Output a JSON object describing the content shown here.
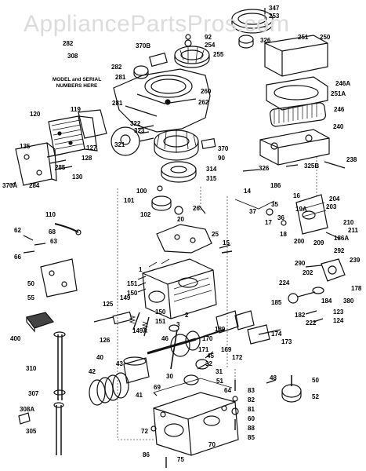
{
  "watermark": "AppliancePartsPros.com",
  "model_note": [
    "MODEL and SERIAL",
    "NUMBERS HERE"
  ],
  "labels": {
    "l347": "347",
    "l253": "253",
    "l250": "250",
    "l251": "251",
    "l326a": "326",
    "l92": "92",
    "l254": "254",
    "l255": "255",
    "l282a": "282",
    "l308": "308",
    "l370b": "370B",
    "l282b": "282",
    "l281a": "281",
    "l260": "260",
    "l246a": "246A",
    "l251a": "251A",
    "l246": "246",
    "l262": "262",
    "l281b": "281",
    "l119": "119",
    "l120": "120",
    "l322": "322",
    "l323": "323",
    "l321": "321",
    "l240": "240",
    "l370": "370",
    "l90": "90",
    "l135": "135",
    "l127": "127",
    "l128": "128",
    "l285": "285",
    "l130": "130",
    "l370a": "370A",
    "l284": "284",
    "l238": "238",
    "l314": "314",
    "l315": "315",
    "l326b": "326",
    "l325b": "325B",
    "l100": "100",
    "l101": "101",
    "l102": "102",
    "l20": "20",
    "l26": "26",
    "l14": "14",
    "l186": "186",
    "l16": "16",
    "l204": "204",
    "l203": "203",
    "l210": "210",
    "l19a": "19A",
    "l211": "211",
    "l186a": "186A",
    "l110": "110",
    "l62": "62",
    "l68": "68",
    "l63": "63",
    "l66": "66",
    "l25": "25",
    "l15": "15",
    "l36": "36",
    "l17": "17",
    "l37": "37",
    "l35": "35",
    "l18": "18",
    "l209": "209",
    "l200": "200",
    "l292": "292",
    "l239": "239",
    "l290": "290",
    "l202": "202",
    "l178": "178",
    "l50": "50",
    "l55": "55",
    "l1": "1",
    "l151a": "151",
    "l150a": "150",
    "l224": "224",
    "l185": "185",
    "l184": "184",
    "l380": "380",
    "l125": "125",
    "l149": "149",
    "l151b": "151",
    "l150b": "150",
    "l182": "182",
    "l123": "123",
    "l124": "124",
    "l222": "222",
    "l2": "2",
    "l3": "3",
    "l149a": "149A",
    "l189": "189",
    "l126": "126",
    "l174": "174",
    "l170": "170",
    "l400": "400",
    "l169": "169",
    "l173": "173",
    "l171": "171",
    "l172": "172",
    "l46": "46",
    "l40": "40",
    "l43": "43",
    "l310": "310",
    "l32": "32",
    "l31": "31",
    "l51": "51",
    "l42": "42",
    "l45": "45",
    "l48": "48",
    "l30": "30",
    "l50b": "50",
    "l41": "41",
    "l69": "69",
    "l64": "64",
    "l83": "83",
    "l307": "307",
    "l82": "82",
    "l52": "52",
    "l81": "81",
    "l308a": "308A",
    "l60": "60",
    "l305": "305",
    "l72": "72",
    "l70": "70",
    "l88": "88",
    "l86": "86",
    "l75": "75",
    "l85": "85"
  }
}
